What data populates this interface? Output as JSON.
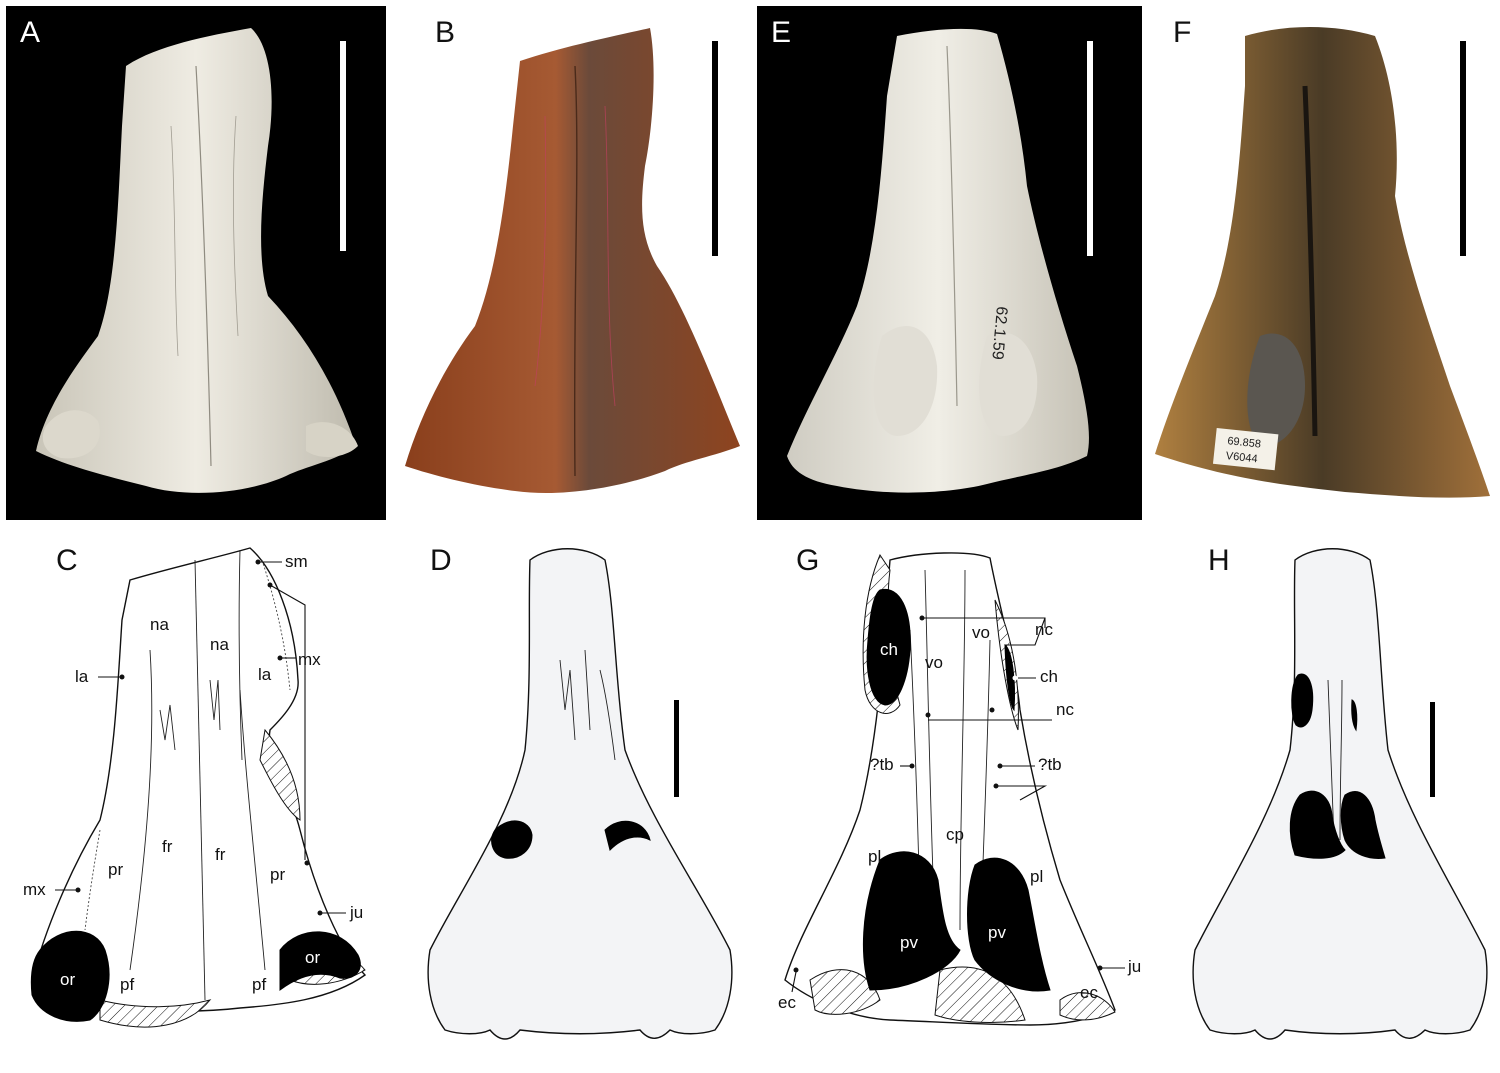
{
  "panels": {
    "A": {
      "letter": "A"
    },
    "B": {
      "letter": "B"
    },
    "C": {
      "letter": "C",
      "labels": {
        "sm": "sm",
        "mx": "mx",
        "na": "na",
        "la": "la",
        "fr": "fr",
        "pr": "pr",
        "ju": "ju",
        "or": "or",
        "pf": "pf"
      }
    },
    "D": {
      "letter": "D"
    },
    "E": {
      "letter": "E",
      "specimen_number": "62.1.59"
    },
    "F": {
      "letter": "F",
      "specimen_label_line1": "69.858",
      "specimen_label_line2": "V6044"
    },
    "G": {
      "letter": "G",
      "labels": {
        "ch": "ch",
        "vo": "vo",
        "nc": "nc",
        "tb": "?tb",
        "cp": "cp",
        "pl": "pl",
        "pv": "pv",
        "ec": "ec",
        "ju": "ju"
      }
    },
    "H": {
      "letter": "H"
    }
  },
  "colors": {
    "photo_background": "#000000",
    "bone_white": "#e9e6dc",
    "bone_rust": "#9a4a22",
    "bone_dark": "#4a3b26",
    "opening_fill": "#000000",
    "reconstruction_fill": "#f3f4f6"
  }
}
